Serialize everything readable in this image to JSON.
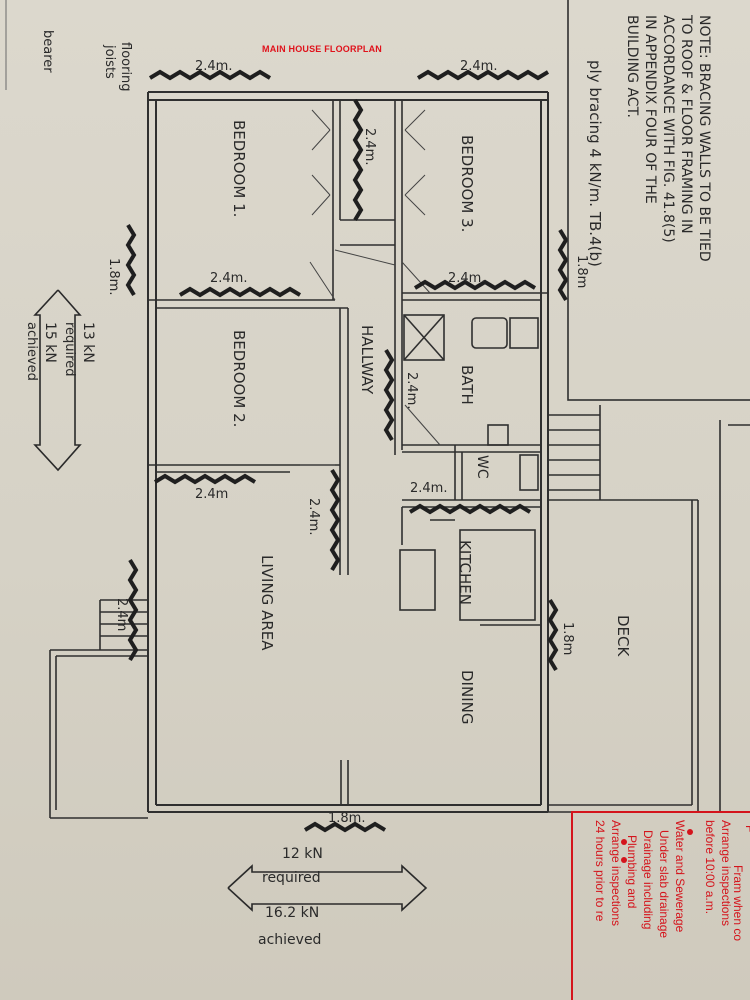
{
  "title": "MAIN HOUSE FLOORPLAN",
  "rooms": {
    "bedroom1": "BEDROOM 1.",
    "bedroom2": "BEDROOM 2.",
    "bedroom3": "BEDROOM 3.",
    "hallway": "HALLWAY",
    "bath": "BATH",
    "wc": "WC",
    "kitchen": "KITCHEN",
    "living": "LIVING AREA",
    "dining": "DINING",
    "deck": "DECK"
  },
  "bracing_labels": {
    "top_left": "2.4m.",
    "top_right": "2.4m.",
    "closet": "2.4m.",
    "bed1_bottom": "2.4m.",
    "bed3_bottom": "2.4m.",
    "left_wall": "1.8m.",
    "right_wall": "1.8m",
    "hallway": "2.4m.",
    "bed2_bottom": "2.4m",
    "living_partition": "2.4m.",
    "wc": "2.4m.",
    "stair": "2.4m",
    "kitchen_right": "1.8m",
    "bottom": "1.8m."
  },
  "annotations": {
    "left_required": "13 kN",
    "left_required_word": "required",
    "left_achieved": "15 kN",
    "left_achieved_word": "achieved",
    "bottom_required": "12 kN",
    "bottom_required_word": "required",
    "bottom_achieved": "16.2 kN",
    "bottom_achieved_word": "achieved",
    "flooring": "flooring",
    "joists": "joists",
    "bearer": "bearer"
  },
  "note": {
    "lines": [
      "NOTE: BRACING WALLS TO BE TIED",
      "TO ROOF & FLOOR FRAMING IN",
      "ACCORDANCE WITH FIG. 41.8(5)",
      "IN APPENDIX FOUR OF THE",
      "BUILDING ACT."
    ],
    "ply_bracing": "ply bracing 4 kN/m. TB.4(b)"
  },
  "stamp": {
    "lines": [
      "Arrange inspections",
      "before 10:00 a.m.",
      "Water and Sewerage",
      "Under slab drainage",
      "Drainage including",
      "Plumbing and",
      "Arrange inspections",
      "24 hours prior to re"
    ],
    "top_lines": [
      "F",
      "Fram when co"
    ]
  },
  "colors": {
    "ink": "#2a2a2a",
    "title_red": "#e0121b",
    "stamp_red": "#d4141c",
    "paper": "#d8d4c9"
  }
}
